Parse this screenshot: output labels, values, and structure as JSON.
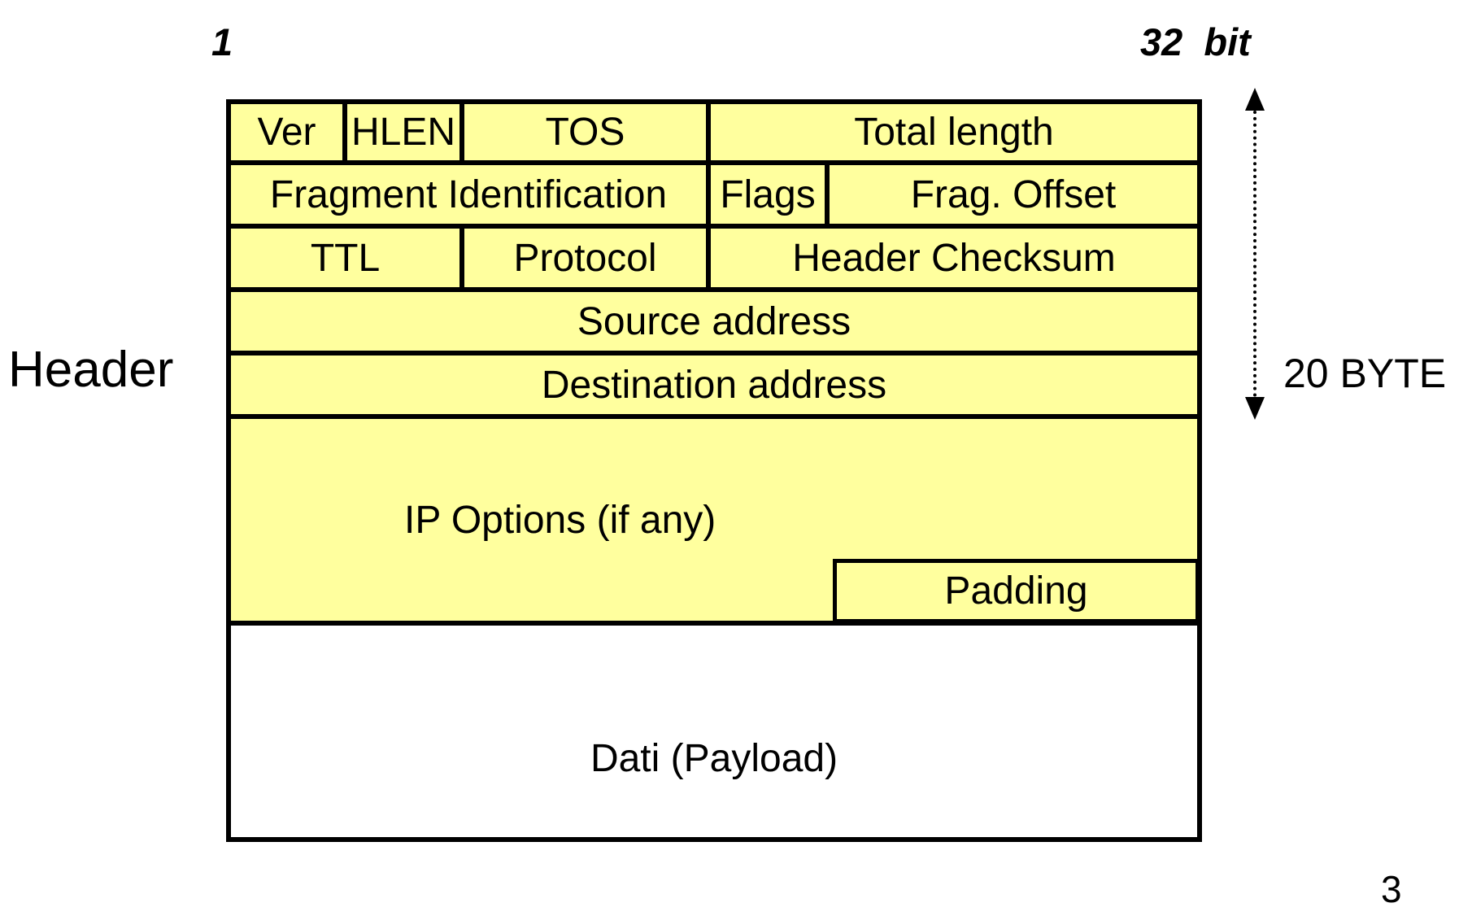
{
  "page": {
    "bit_start_label": "1",
    "bit_end_label": "32  bit",
    "header_label": "Header",
    "byte_label": "20 BYTE",
    "page_number": "3"
  },
  "diagram": {
    "rows": [
      {
        "cells": [
          {
            "label": "Ver"
          },
          {
            "label": "HLEN"
          },
          {
            "label": "TOS"
          },
          {
            "label": "Total length"
          }
        ]
      },
      {
        "cells": [
          {
            "label": "Fragment Identification"
          },
          {
            "label": "Flags"
          },
          {
            "label": "Frag. Offset"
          }
        ]
      },
      {
        "cells": [
          {
            "label": "TTL"
          },
          {
            "label": "Protocol"
          },
          {
            "label": "Header Checksum"
          }
        ]
      }
    ],
    "source_address": "Source address",
    "destination_address": "Destination address",
    "ip_options": "IP Options (if any)",
    "padding": "Padding",
    "payload": "Dati (Payload)",
    "colors": {
      "field_fill": "#FFFF9E",
      "payload_fill": "#FFFFFF",
      "border": "#000000"
    }
  }
}
